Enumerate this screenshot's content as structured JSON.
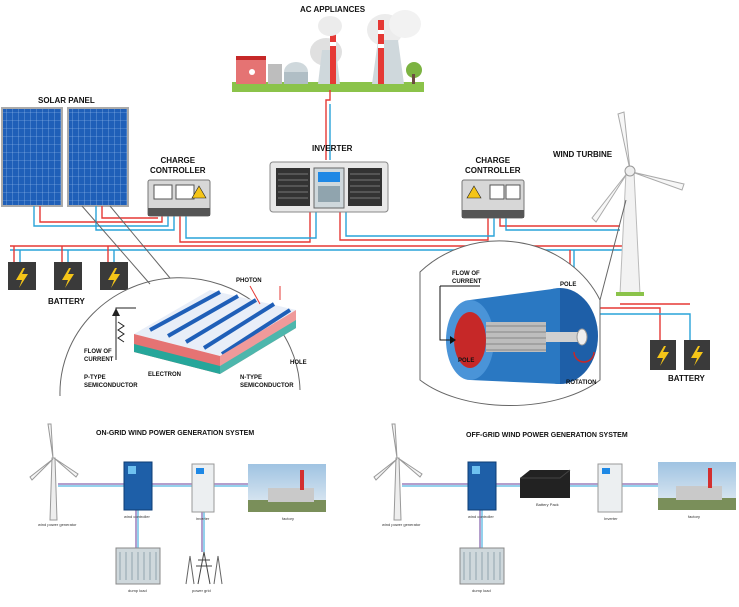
{
  "top_diagram": {
    "ac_appliances": "AC APPLIANCES",
    "solar_panel": "SOLAR PANEL",
    "charge_controller_left": "CHARGE\nCONTROLLER",
    "inverter": "INVERTER",
    "charge_controller_right": "CHARGE\nCONTROLLER",
    "wind_turbine": "WIND TURBINE",
    "battery_left": "BATTERY",
    "battery_right": "BATTERY",
    "solar_cell_detail": {
      "photon": "PHOTON",
      "flow_of_current": "FLOW OF\nCURRENT",
      "electron": "ELECTRON",
      "hole": "HOLE",
      "p_type": "P-TYPE\nSEMICONDUCTOR",
      "n_type": "N-TYPE\nSEMICONDUCTOR"
    },
    "generator_detail": {
      "flow_of_current": "FLOW OF\nCURRENT",
      "pole_top": "POLE",
      "pole_bottom": "POLE",
      "rotation": "ROTATION"
    }
  },
  "on_grid": {
    "title": "ON-GRID WIND POWER GENERATION SYSTEM",
    "wind_power_generator": "wind power generator",
    "wind_controller": "wind controller",
    "inverter": "inverter",
    "factory": "factory",
    "dump_load": "dump load",
    "power_grid": "power grid"
  },
  "off_grid": {
    "title": "OFF-GRID WIND POWER GENERATION SYSTEM",
    "wind_power_generator": "wind power generator",
    "wind_controller": "wind controller",
    "battery_pack": "Battery Pack",
    "inverter": "Inverter",
    "factory": "factory",
    "dump_load": "dump load"
  },
  "colors": {
    "positive_wire": "#e53935",
    "negative_wire": "#29a3d9",
    "purple_wire": "#6a3d9a",
    "panel_blue": "#1f5fb8",
    "grass": "#8bc34a"
  }
}
